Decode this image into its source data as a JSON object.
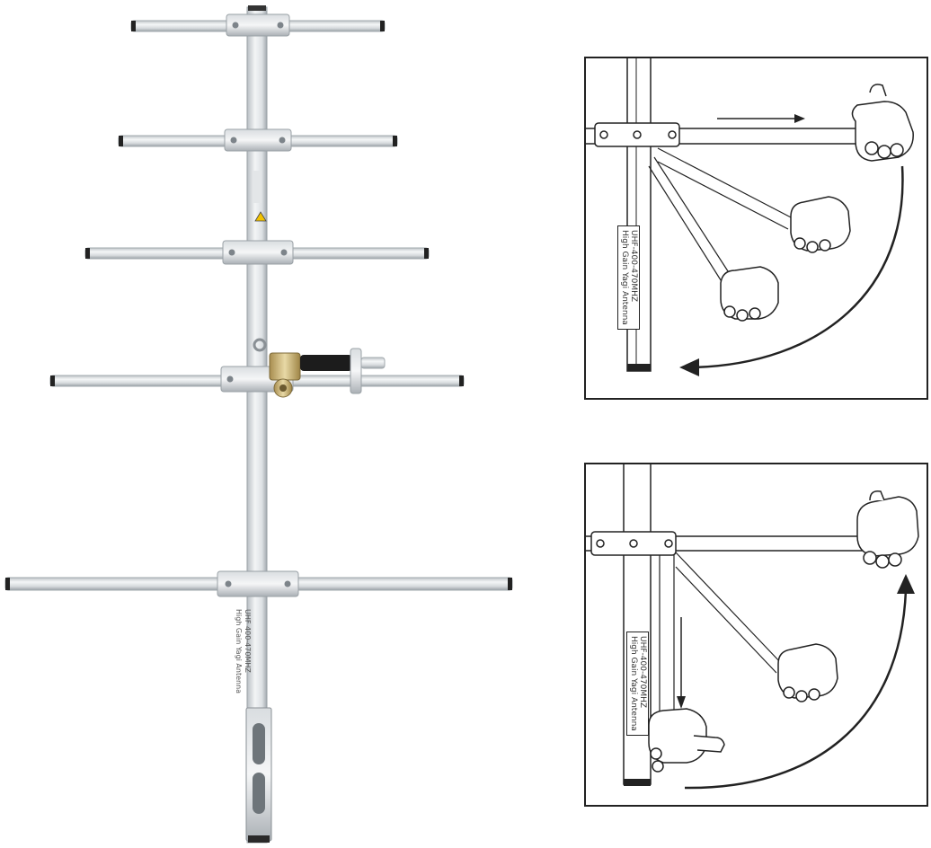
{
  "main_antenna": {
    "boom_label_line1": "UHF 400-470MHZ",
    "boom_label_line2": "High Gain Yagi Antenna"
  },
  "instruction_panel_top": {
    "tube_label_line1": "UHF-400-470MHZ",
    "tube_label_line2": "High Gain Yagi Antenna"
  },
  "instruction_panel_bottom": {
    "tube_label_line1": "UHF-400-470MHZ",
    "tube_label_line2": "High Gain Yagi Antenna"
  },
  "colors": {
    "aluminum_light": "#e9ecee",
    "aluminum_mid": "#c9ced2",
    "aluminum_dark": "#9aa1a6",
    "brass": "#c8b27a",
    "line": "#222222"
  },
  "icon_names": [
    "yagi-antenna-icon",
    "n-connector-icon",
    "fist-icon",
    "arrow-icon"
  ]
}
